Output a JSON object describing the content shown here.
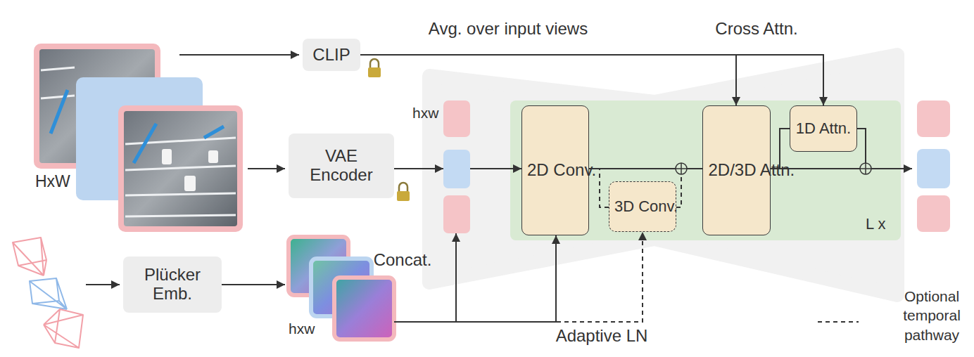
{
  "diagram": {
    "nodes": [
      {
        "text": [
          "CLIP"
        ]
      },
      {
        "text": [
          "VAE Encoder"
        ]
      },
      {
        "text": [
          "hxw"
        ]
      },
      {
        "text": [
          "L x"
        ]
      },
      {
        "text": [
          "2D Conv."
        ],
        "in": 3
      },
      {
        "text": [
          "3D Conv."
        ],
        "in": 3
      },
      {
        "text": [
          "2D/3D Attn."
        ],
        "in": 3
      },
      {
        "text": [
          "1D Attn."
        ],
        "in": 3
      },
      {
        "text": [
          "Plücker Emb."
        ]
      },
      {
        "text": [
          "hxw"
        ]
      }
    ],
    "edges": [
      {
        "from": 1,
        "to": 2,
        "arrow": "to"
      },
      {
        "from": 2,
        "to": 4,
        "arrow": "to"
      },
      {
        "from": 0,
        "to": 6,
        "label": "Avg. over input views",
        "arrow": "to"
      },
      {
        "from": 0,
        "to": 7,
        "label": "Cross Attn.",
        "arrow": "to"
      },
      {
        "from": 4,
        "to": 6,
        "arrow": "none"
      },
      {
        "from": 4,
        "to": 5,
        "arrow": "none"
      },
      {
        "from": 5,
        "to": 6,
        "arrow": "none"
      },
      {
        "from": 6,
        "to": 7,
        "arrow": "none"
      },
      {
        "from": 8,
        "to": 9,
        "arrow": "to"
      },
      {
        "from": 9,
        "to": 2,
        "label": "Concat.",
        "arrow": "to"
      },
      {
        "from": 9,
        "to": 4,
        "label": "Adaptive LN",
        "arrow": "to"
      },
      {
        "from": 9,
        "to": 5,
        "arrow": "to"
      }
    ],
    "labels": [
      "HxW"
    ],
    "legend": [
      {
        "text": "Optional temporal pathway"
      }
    ]
  }
}
